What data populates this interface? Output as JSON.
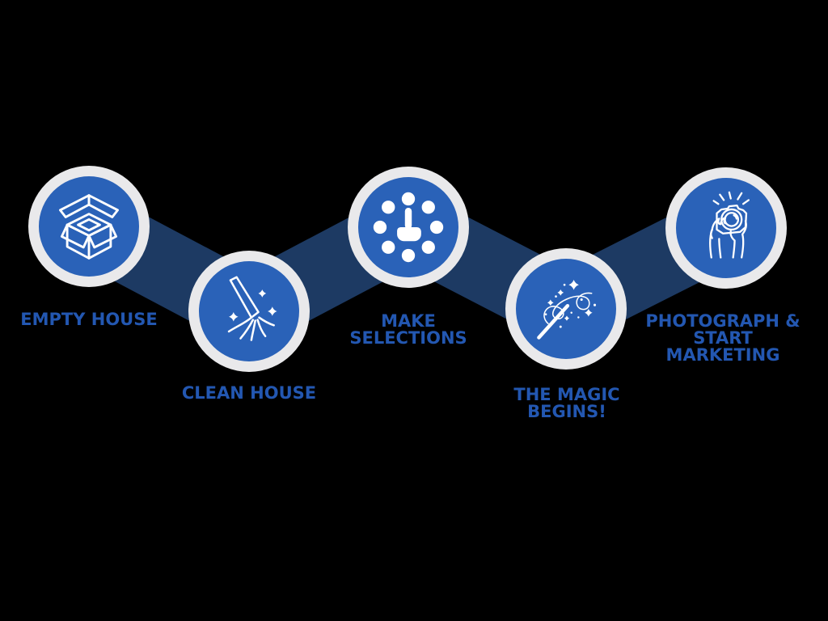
{
  "page": {
    "type": "process-infographic",
    "background_color": "#000000"
  },
  "colors": {
    "circle_fill": "#2a62b8",
    "circle_ring": "#e9e9eb",
    "connector_band": "#1d3a63",
    "label_text": "#2357b1",
    "icon_stroke": "#ffffff"
  },
  "steps": [
    {
      "id": "empty-house",
      "label": "EMPTY HOUSE",
      "icon": "open-box-icon"
    },
    {
      "id": "clean-house",
      "label": "CLEAN HOUSE",
      "icon": "broom-icon"
    },
    {
      "id": "make-selections",
      "label": "MAKE\nSELECTIONS",
      "icon": "hand-select-dots-icon"
    },
    {
      "id": "magic-begins",
      "label": "THE MAGIC\nBEGINS!",
      "icon": "magic-wand-icon"
    },
    {
      "id": "photograph",
      "label": "PHOTOGRAPH &\nSTART\nMARKETING",
      "icon": "camera-in-hands-icon"
    }
  ]
}
